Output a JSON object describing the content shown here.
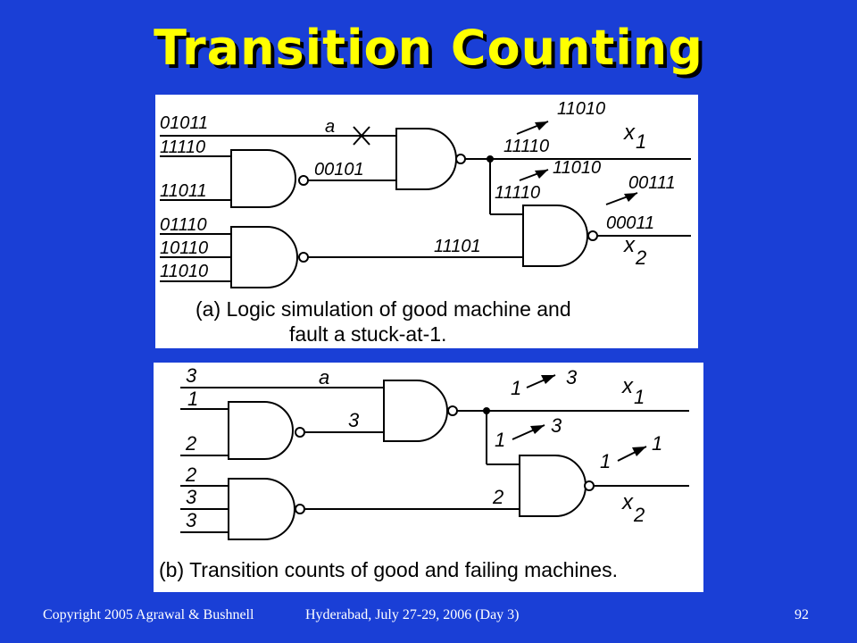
{
  "slide": {
    "title": "Transition Counting",
    "footer_left": "Copyright 2005 Agrawal & Bushnell",
    "footer_center": "Hyderabad, July 27-29, 2006 (Day 3)",
    "page_number": "92"
  },
  "colors": {
    "background": "#1a3fd6",
    "title": "#ffff00",
    "title_shadow": "#000000"
  },
  "diagram_a": {
    "in_a": "01011",
    "in_b": "11110",
    "in_c": "11011",
    "in_d": "01110",
    "in_e": "10110",
    "in_f": "11010",
    "label_a": "a",
    "n1": "00101",
    "x1_fault": "11010",
    "x1_good": "11110",
    "branch_fault": "11010",
    "branch_good": "11110",
    "n2": "11101",
    "x2_fault": "00111",
    "x2_good": "00011",
    "x1_label": "x",
    "x1_sub": "1",
    "x2_label": "x",
    "x2_sub": "2",
    "caption_1": "(a) Logic simulation of good machine and",
    "caption_2": "fault a stuck-at-1."
  },
  "diagram_b": {
    "in_a": "3",
    "in_b": "1",
    "in_c": "2",
    "in_d": "2",
    "in_e": "3",
    "in_f": "3",
    "label_a": "a",
    "n1": "3",
    "x1_good": "1",
    "x1_fault": "3",
    "branch_good": "1",
    "branch_fault": "3",
    "n2": "2",
    "x2_good": "1",
    "x2_fault": "1",
    "x1_label": "x",
    "x1_sub": "1",
    "x2_label": "x",
    "x2_sub": "2",
    "caption": "(b) Transition counts of good and failing machines."
  }
}
